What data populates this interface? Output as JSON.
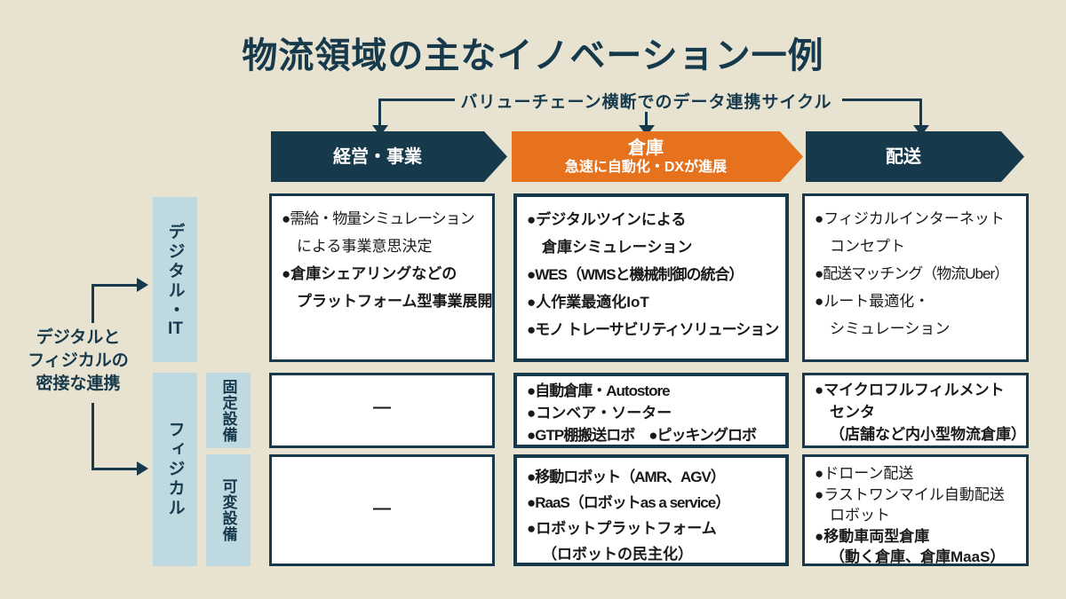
{
  "title": "物流領域の主なイノベーション一例",
  "cycle": {
    "label": "バリューチェーン横断でのデータ連携サイクル"
  },
  "colors": {
    "background": "#E8E3D1",
    "navy": "#17394C",
    "orange": "#E6721E",
    "light_blue": "#BFD9E1",
    "box_background": "#FFFFFF",
    "text": "#1A1A1A"
  },
  "columns": [
    {
      "label": "経営・事業"
    },
    {
      "label": "倉庫",
      "sublabel": "急速に自動化・DXが進展"
    },
    {
      "label": "配送"
    }
  ],
  "side_labels": {
    "digital": {
      "main": "デジタル・",
      "latin": "IT"
    },
    "physical": "フィジカル",
    "fixed": "固定設備",
    "variable": "可変設備"
  },
  "left_note": [
    "デジタルと",
    "フィジカルの",
    "密接な連携"
  ],
  "grid": [
    [
      {
        "lines": [
          {
            "t": "●需給・物量シミュレーション"
          },
          {
            "t": "による事業意思決定",
            "i": true
          },
          {
            "t": "●倉庫シェアリングなどの",
            "b": true
          },
          {
            "t": "プラットフォーム型事業展開",
            "b": true,
            "i": true
          }
        ]
      },
      {
        "lines": [
          {
            "t": "●デジタルツインによる",
            "b": true
          },
          {
            "t": "倉庫シミュレーション",
            "b": true,
            "i": true
          },
          {
            "t": "●WES（WMSと機械制御の統合）",
            "b": true
          },
          {
            "t": "●人作業最適化IoT",
            "b": true
          },
          {
            "t": "●モノ トレーサビリティソリューション",
            "b": true
          }
        ]
      },
      {
        "lines": [
          {
            "t": "●フィジカルインターネット"
          },
          {
            "t": "コンセプト",
            "i": true
          },
          {
            "t": "●配送マッチング（物流Uber）"
          },
          {
            "t": "●ルート最適化・"
          },
          {
            "t": "シミュレーション",
            "i": true
          }
        ]
      }
    ],
    [
      {
        "dash": "—"
      },
      {
        "lines": [
          {
            "t": "●自動倉庫・Autostore",
            "b": true
          },
          {
            "t": "●コンベア・ソーター",
            "b": true
          },
          {
            "t": "●GTP棚搬送ロボ　●ピッキングロボ",
            "b": true
          }
        ]
      },
      {
        "lines": [
          {
            "t": "●マイクロフルフィルメント",
            "b": true
          },
          {
            "t": "センタ",
            "b": true,
            "i": true
          },
          {
            "t": "（店舗など内小型物流倉庫）",
            "b": true,
            "i": true
          }
        ]
      }
    ],
    [
      {
        "dash": "—"
      },
      {
        "lines": [
          {
            "t": "●移動ロボット（AMR、AGV）",
            "b": true
          },
          {
            "t": "●RaaS（ロボットas a service）",
            "b": true
          },
          {
            "t": "●ロボットプラットフォーム",
            "b": true
          },
          {
            "t": "（ロボットの民主化）",
            "b": true,
            "i": true
          }
        ]
      },
      {
        "lines": [
          {
            "t": "●ドローン配送"
          },
          {
            "t": "●ラストワンマイル自動配送"
          },
          {
            "t": "ロボット",
            "i": true
          },
          {
            "t": "●移動車両型倉庫",
            "b": true
          },
          {
            "t": "（動く倉庫、倉庫MaaS）",
            "b": true,
            "i": true
          }
        ]
      }
    ]
  ]
}
